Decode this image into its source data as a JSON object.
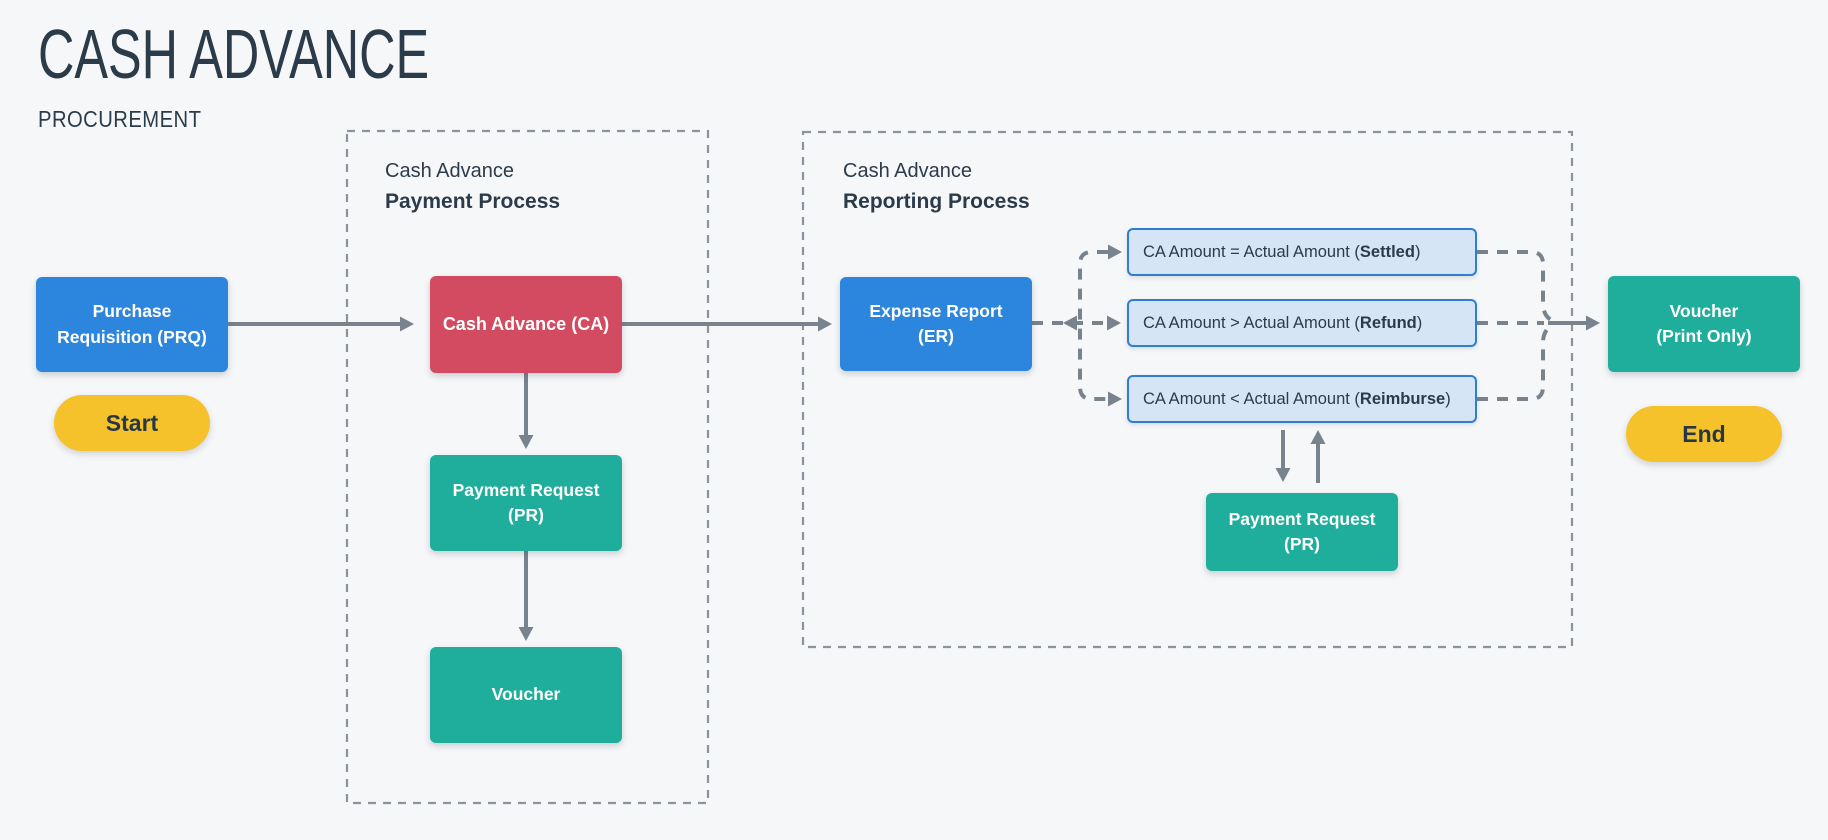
{
  "header": {
    "title": "CASH ADVANCE",
    "subtitle": "PROCUREMENT"
  },
  "sections": {
    "payment": {
      "line1": "Cash Advance",
      "line2": "Payment Process"
    },
    "reporting": {
      "line1": "Cash Advance",
      "line2": "Reporting Process"
    }
  },
  "nodes": {
    "prq": {
      "label": "Purchase\nRequisition (PRQ)"
    },
    "ca": {
      "label": "Cash Advance (CA)"
    },
    "pr_payment": {
      "label": "Payment Request\n(PR)"
    },
    "voucher": {
      "label": "Voucher"
    },
    "er": {
      "label": "Expense Report\n(ER)"
    },
    "pr_reporting": {
      "label": "Payment Request\n(PR)"
    },
    "voucher_print": {
      "label": "Voucher\n(Print Only)"
    }
  },
  "badges": {
    "start": "Start",
    "end": "End"
  },
  "conditions": [
    {
      "prefix": "CA Amount = Actual Amount (",
      "bold": "Settled",
      "suffix": ")"
    },
    {
      "prefix": "CA Amount > Actual Amount (",
      "bold": "Refund",
      "suffix": ")"
    },
    {
      "prefix": "CA Amount < Actual Amount (",
      "bold": "Reimburse",
      "suffix": ")"
    }
  ],
  "colors": {
    "bg": "#f6f7f9",
    "dark": "#2c3b4a",
    "blue": "#2d86dd",
    "red": "#d34b60",
    "teal": "#20ae9c",
    "yellow": "#f6c22b",
    "pill-text": "#263746",
    "cond-fill": "#d5e5f6",
    "cond-border": "#2e7fd0",
    "connector": "#78838d",
    "border-gray": "#8b949c"
  }
}
